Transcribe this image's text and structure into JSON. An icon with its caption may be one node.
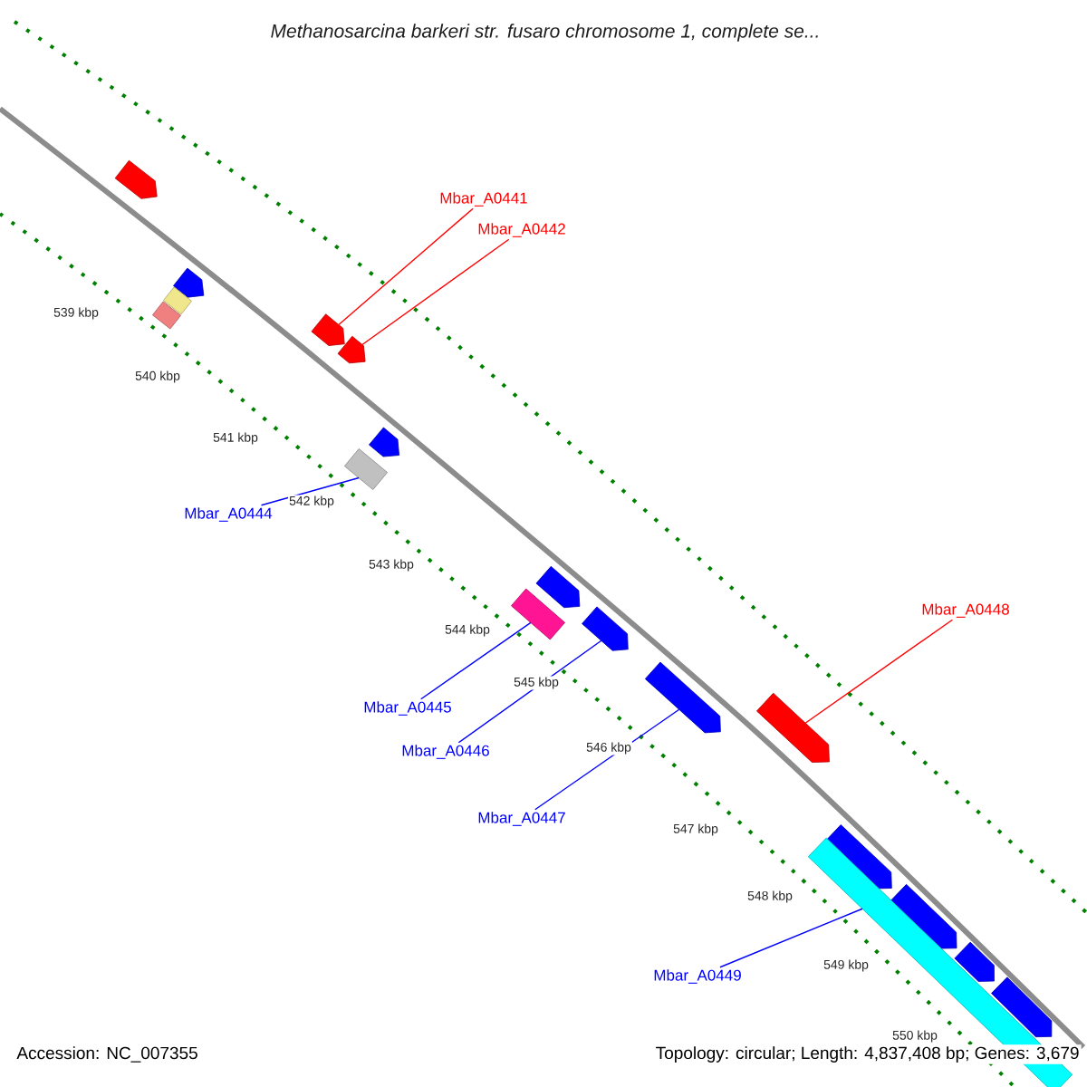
{
  "diagram": {
    "title": "Methanosarcina barkeri str. fusaro chromosome 1, complete se...",
    "nodes": [
      {
        "text": [],
        "shape": "pentagon"
      },
      {
        "text": [
          "Mbar_A0441"
        ]
      },
      {
        "text": [
          "Mbar_A0442"
        ]
      },
      {
        "text": [],
        "shape": "pentagon"
      },
      {
        "text": [],
        "shape": "box"
      },
      {
        "text": [],
        "shape": "box"
      },
      {
        "text": [],
        "shape": "pentagon"
      },
      {
        "text": [],
        "shape": "pentagon"
      },
      {
        "text": [],
        "shape": "pentagon"
      },
      {
        "text": [],
        "shape": "box"
      },
      {
        "text": [
          "Mbar_A0444"
        ]
      },
      {
        "text": [],
        "shape": "pentagon"
      },
      {
        "text": [
          "Mbar_A0448"
        ]
      },
      {
        "text": [],
        "shape": "box"
      },
      {
        "text": [],
        "shape": "pentagon"
      },
      {
        "text": [],
        "shape": "pentagon"
      },
      {
        "text": [
          "Mbar_A0445"
        ]
      },
      {
        "text": [],
        "shape": "pentagon"
      },
      {
        "text": [
          "Mbar_A0446"
        ]
      },
      {
        "text": [
          "Mbar_A0447"
        ]
      },
      {
        "text": [],
        "shape": "pentagon"
      },
      {
        "text": [],
        "shape": "pentagon"
      },
      {
        "text": [
          "Mbar_A0449"
        ]
      },
      {
        "text": [],
        "shape": "box"
      },
      {
        "text": [],
        "shape": "pentagon"
      },
      {
        "text": [],
        "shape": "pentagon"
      }
    ],
    "edges": [
      {
        "from": 1,
        "to": 6,
        "arrow": "none",
        "color": "#ff0000"
      },
      {
        "from": 2,
        "to": 7,
        "arrow": "none",
        "color": "#ff0000"
      },
      {
        "from": 10,
        "to": 9,
        "arrow": "none"
      },
      {
        "from": 12,
        "to": 17,
        "arrow": "none",
        "color": "#ff0000"
      },
      {
        "from": 16,
        "to": 13,
        "arrow": "none"
      },
      {
        "from": 18,
        "to": 14,
        "arrow": "none"
      },
      {
        "from": 19,
        "to": 15,
        "arrow": "none"
      },
      {
        "from": 22,
        "to": 23,
        "arrow": "none"
      }
    ],
    "labels": [
      "539 kbp",
      "540 kbp",
      "541 kbp",
      "542 kbp",
      "543 kbp",
      "544 kbp",
      "545 kbp",
      "546 kbp",
      "547 kbp",
      "548 kbp",
      "549 kbp",
      "550 kbp",
      "Accession: NC_007355",
      "Topology: circular; Length: 4,837,408 bp; Genes: 3,679"
    ]
  }
}
